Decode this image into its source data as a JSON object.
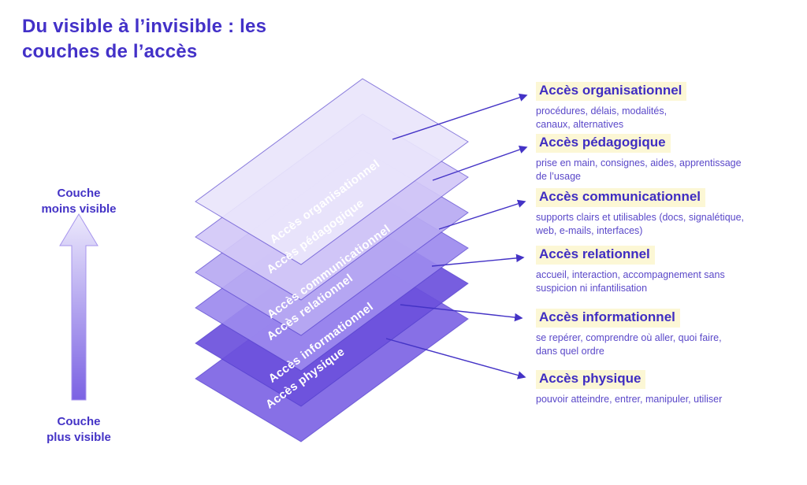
{
  "title": {
    "line1": "Du visible à l’invisible : les",
    "line2": "couches de l’accès"
  },
  "axis": {
    "top_label_line1": "Couche",
    "top_label_line2": "moins visible",
    "bottom_label_line1": "Couche",
    "bottom_label_line2": "plus visible"
  },
  "layers": [
    {
      "label": "Accès organisationnel",
      "fill": "#e9e5fb"
    },
    {
      "label": "Accès pédagogique",
      "fill": "#d2c8f7"
    },
    {
      "label": "Accès communicationnel",
      "fill": "#b7a9f2"
    },
    {
      "label": "Accès relationnel",
      "fill": "#9c8aee"
    },
    {
      "label": "Accès informationnel",
      "fill": "#6b50dc"
    },
    {
      "label": "Accès physique",
      "fill": "#7d64e4"
    }
  ],
  "annotations": [
    {
      "heading": "Accès organisationnel",
      "description": "procédures, délais, modalités, canaux, alternatives"
    },
    {
      "heading": "Accès pédagogique",
      "description": "prise en main, consignes, aides, apprentissage de l’usage"
    },
    {
      "heading": "Accès communicationnel",
      "description": "supports clairs et utilisables (docs, signalétique, web, e-mails, interfaces)"
    },
    {
      "heading": "Accès relationnel",
      "description": "accueil, interaction, accompagnement sans suspicion ni infantilisation"
    },
    {
      "heading": "Accès informationnel",
      "description": "se repérer, comprendre où aller, quoi faire, dans quel ordre"
    },
    {
      "heading": "Accès physique",
      "description": "pouvoir atteindre, entrer, manipuler, utiliser"
    }
  ],
  "colors": {
    "accent": "#4433c6",
    "heading_highlight": "#fcf7d5",
    "layer_stroke": "#4e3bcb"
  }
}
